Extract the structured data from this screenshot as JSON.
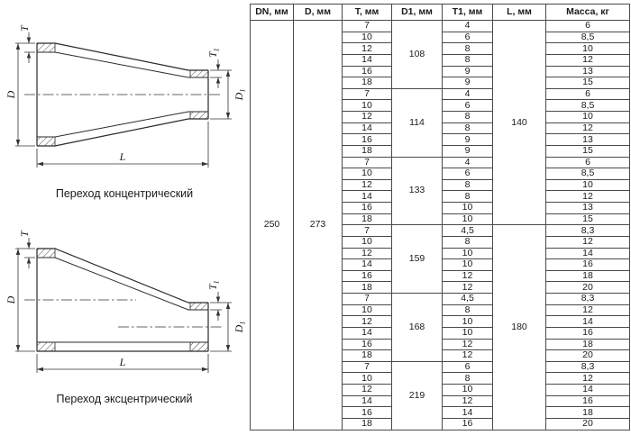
{
  "drawings": {
    "dim_labels": {
      "T": "T",
      "T1": "T",
      "T1_sub": "1",
      "D": "D",
      "D1": "D",
      "D1_sub": "1",
      "L": "L"
    },
    "concentric": {
      "caption": "Переход концентрический"
    },
    "eccentric": {
      "caption": "Переход эксцентрический"
    }
  },
  "table": {
    "headers": [
      "DN, мм",
      "D, мм",
      "T, мм",
      "D1, мм",
      "T1, мм",
      "L, мм",
      "Масса, кг"
    ],
    "dn": "250",
    "d": "273",
    "l_groups": [
      {
        "value": "140",
        "rows": 18
      },
      {
        "value": "180",
        "rows": 18
      }
    ],
    "groups": [
      {
        "d1": "108",
        "rows": [
          [
            "7",
            "4",
            "6"
          ],
          [
            "10",
            "6",
            "8,5"
          ],
          [
            "12",
            "8",
            "10"
          ],
          [
            "14",
            "8",
            "12"
          ],
          [
            "16",
            "9",
            "13"
          ],
          [
            "18",
            "9",
            "15"
          ]
        ]
      },
      {
        "d1": "114",
        "rows": [
          [
            "7",
            "4",
            "6"
          ],
          [
            "10",
            "6",
            "8,5"
          ],
          [
            "12",
            "8",
            "10"
          ],
          [
            "14",
            "8",
            "12"
          ],
          [
            "16",
            "9",
            "13"
          ],
          [
            "18",
            "9",
            "15"
          ]
        ]
      },
      {
        "d1": "133",
        "rows": [
          [
            "7",
            "4",
            "6"
          ],
          [
            "10",
            "6",
            "8,5"
          ],
          [
            "12",
            "8",
            "10"
          ],
          [
            "14",
            "8",
            "12"
          ],
          [
            "16",
            "10",
            "13"
          ],
          [
            "18",
            "10",
            "15"
          ]
        ]
      },
      {
        "d1": "159",
        "rows": [
          [
            "7",
            "4,5",
            "8,3"
          ],
          [
            "10",
            "8",
            "12"
          ],
          [
            "12",
            "10",
            "14"
          ],
          [
            "14",
            "10",
            "16"
          ],
          [
            "16",
            "12",
            "18"
          ],
          [
            "18",
            "12",
            "20"
          ]
        ]
      },
      {
        "d1": "168",
        "rows": [
          [
            "7",
            "4,5",
            "8,3"
          ],
          [
            "10",
            "8",
            "12"
          ],
          [
            "12",
            "10",
            "14"
          ],
          [
            "14",
            "10",
            "16"
          ],
          [
            "16",
            "12",
            "18"
          ],
          [
            "18",
            "12",
            "20"
          ]
        ]
      },
      {
        "d1": "219",
        "rows": [
          [
            "7",
            "6",
            "8,3"
          ],
          [
            "10",
            "8",
            "12"
          ],
          [
            "12",
            "10",
            "14"
          ],
          [
            "14",
            "12",
            "16"
          ],
          [
            "16",
            "14",
            "18"
          ],
          [
            "18",
            "16",
            "20"
          ]
        ]
      }
    ]
  }
}
